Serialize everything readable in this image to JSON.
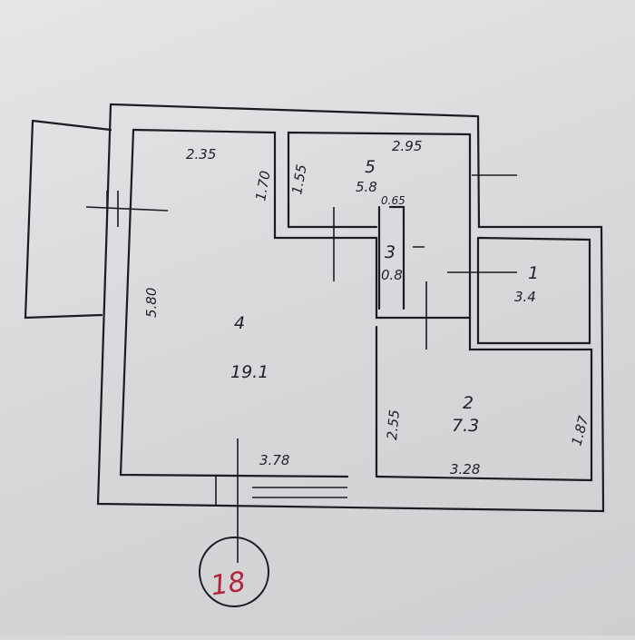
{
  "plan": {
    "stamp_number": "18",
    "rooms": [
      {
        "number": "4",
        "area": "19.1"
      },
      {
        "number": "5",
        "area": "5.8"
      },
      {
        "number": "3",
        "area": "0.8"
      },
      {
        "number": "1",
        "area": "3.4"
      },
      {
        "number": "2",
        "area": "7.3"
      }
    ],
    "dimensions": {
      "room4_top": "2.35",
      "room4_left": "5.80",
      "room4_bottom": "3.78",
      "room4_right_upper": "1.70",
      "room5_left": "1.55",
      "room5_top": "2.95",
      "room3_top": "0.65",
      "room2_left": "2.55",
      "room2_right": "1.87",
      "room2_bottom": "3.28"
    },
    "colors": {
      "ink": "#1c1c20",
      "stamp": "#b0253a"
    }
  }
}
